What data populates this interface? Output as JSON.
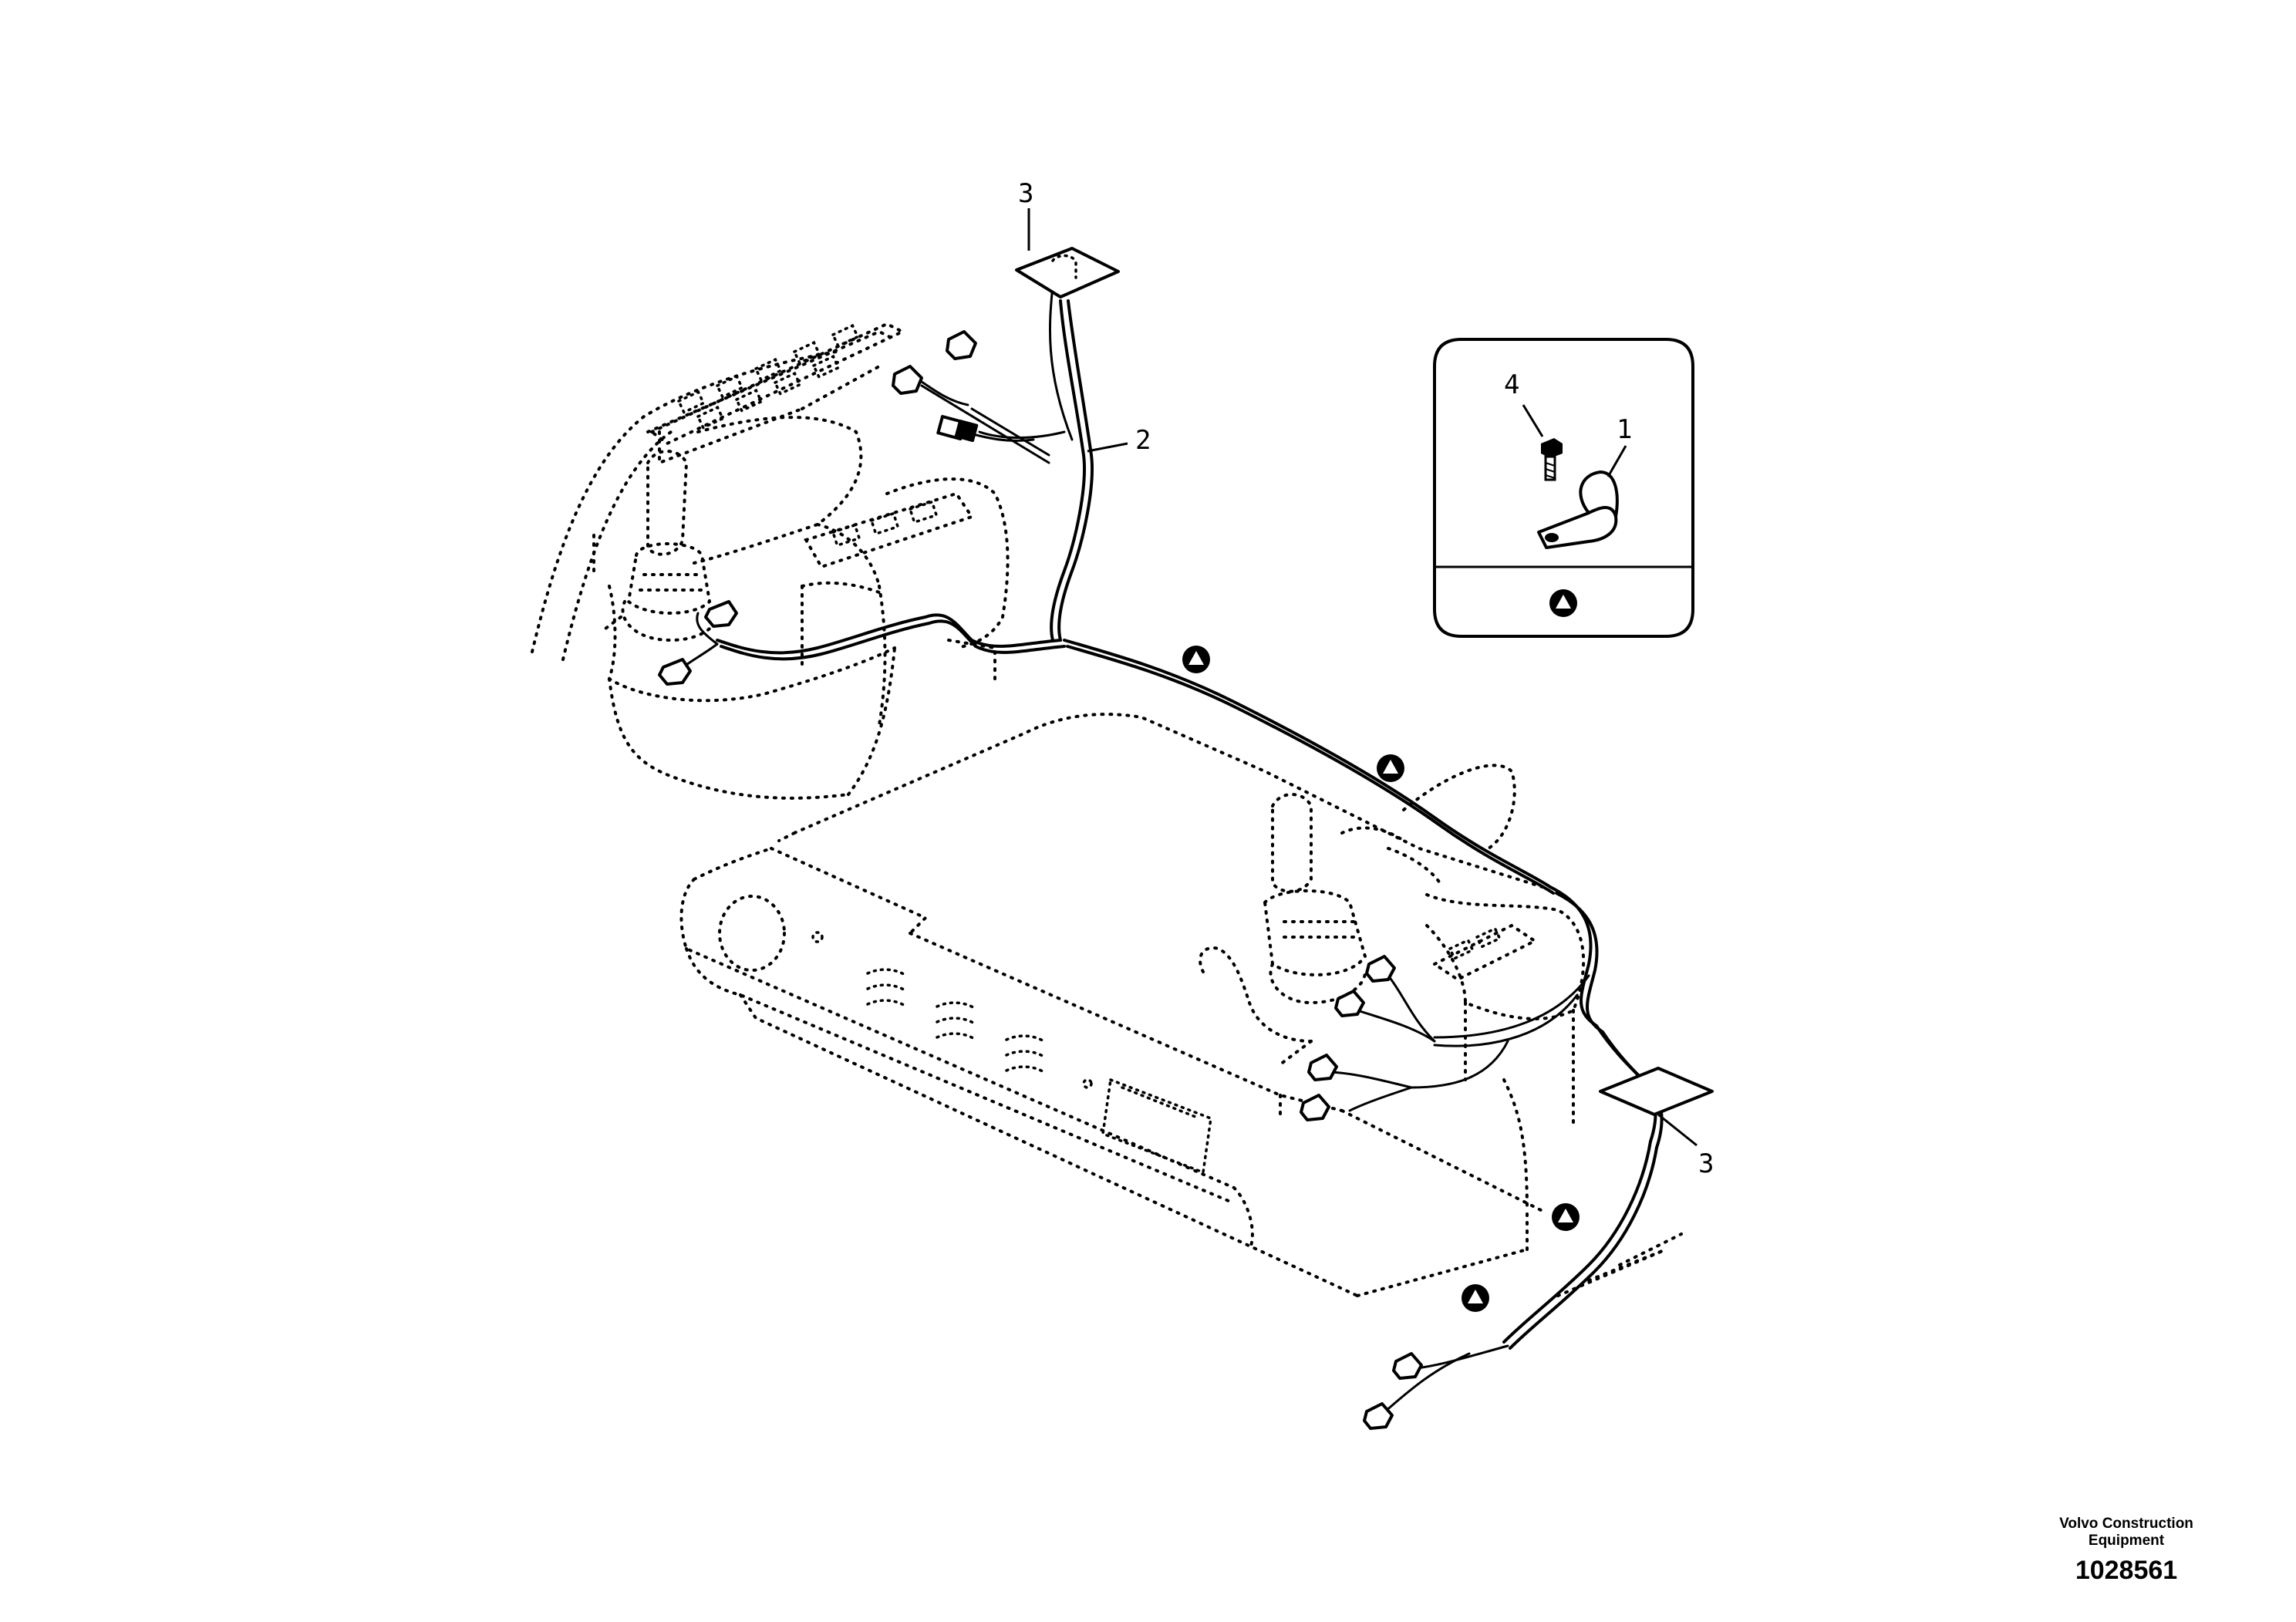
{
  "callouts": [
    {
      "id": "callout-3-top",
      "text": "3"
    },
    {
      "id": "callout-2",
      "text": "2"
    },
    {
      "id": "callout-3-bottom",
      "text": "3"
    },
    {
      "id": "callout-4-inset",
      "text": "4"
    },
    {
      "id": "callout-1-inset",
      "text": "1"
    }
  ],
  "inset": {
    "title": "clamp detail",
    "marker_symbol": "triangle-in-circle"
  },
  "footer": {
    "manufacturer": "Volvo Construction Equipment",
    "drawing_number": "1028561"
  },
  "icons": [
    "triangle-marker-icon",
    "connector-icon",
    "clamp-icon",
    "bolt-icon"
  ]
}
